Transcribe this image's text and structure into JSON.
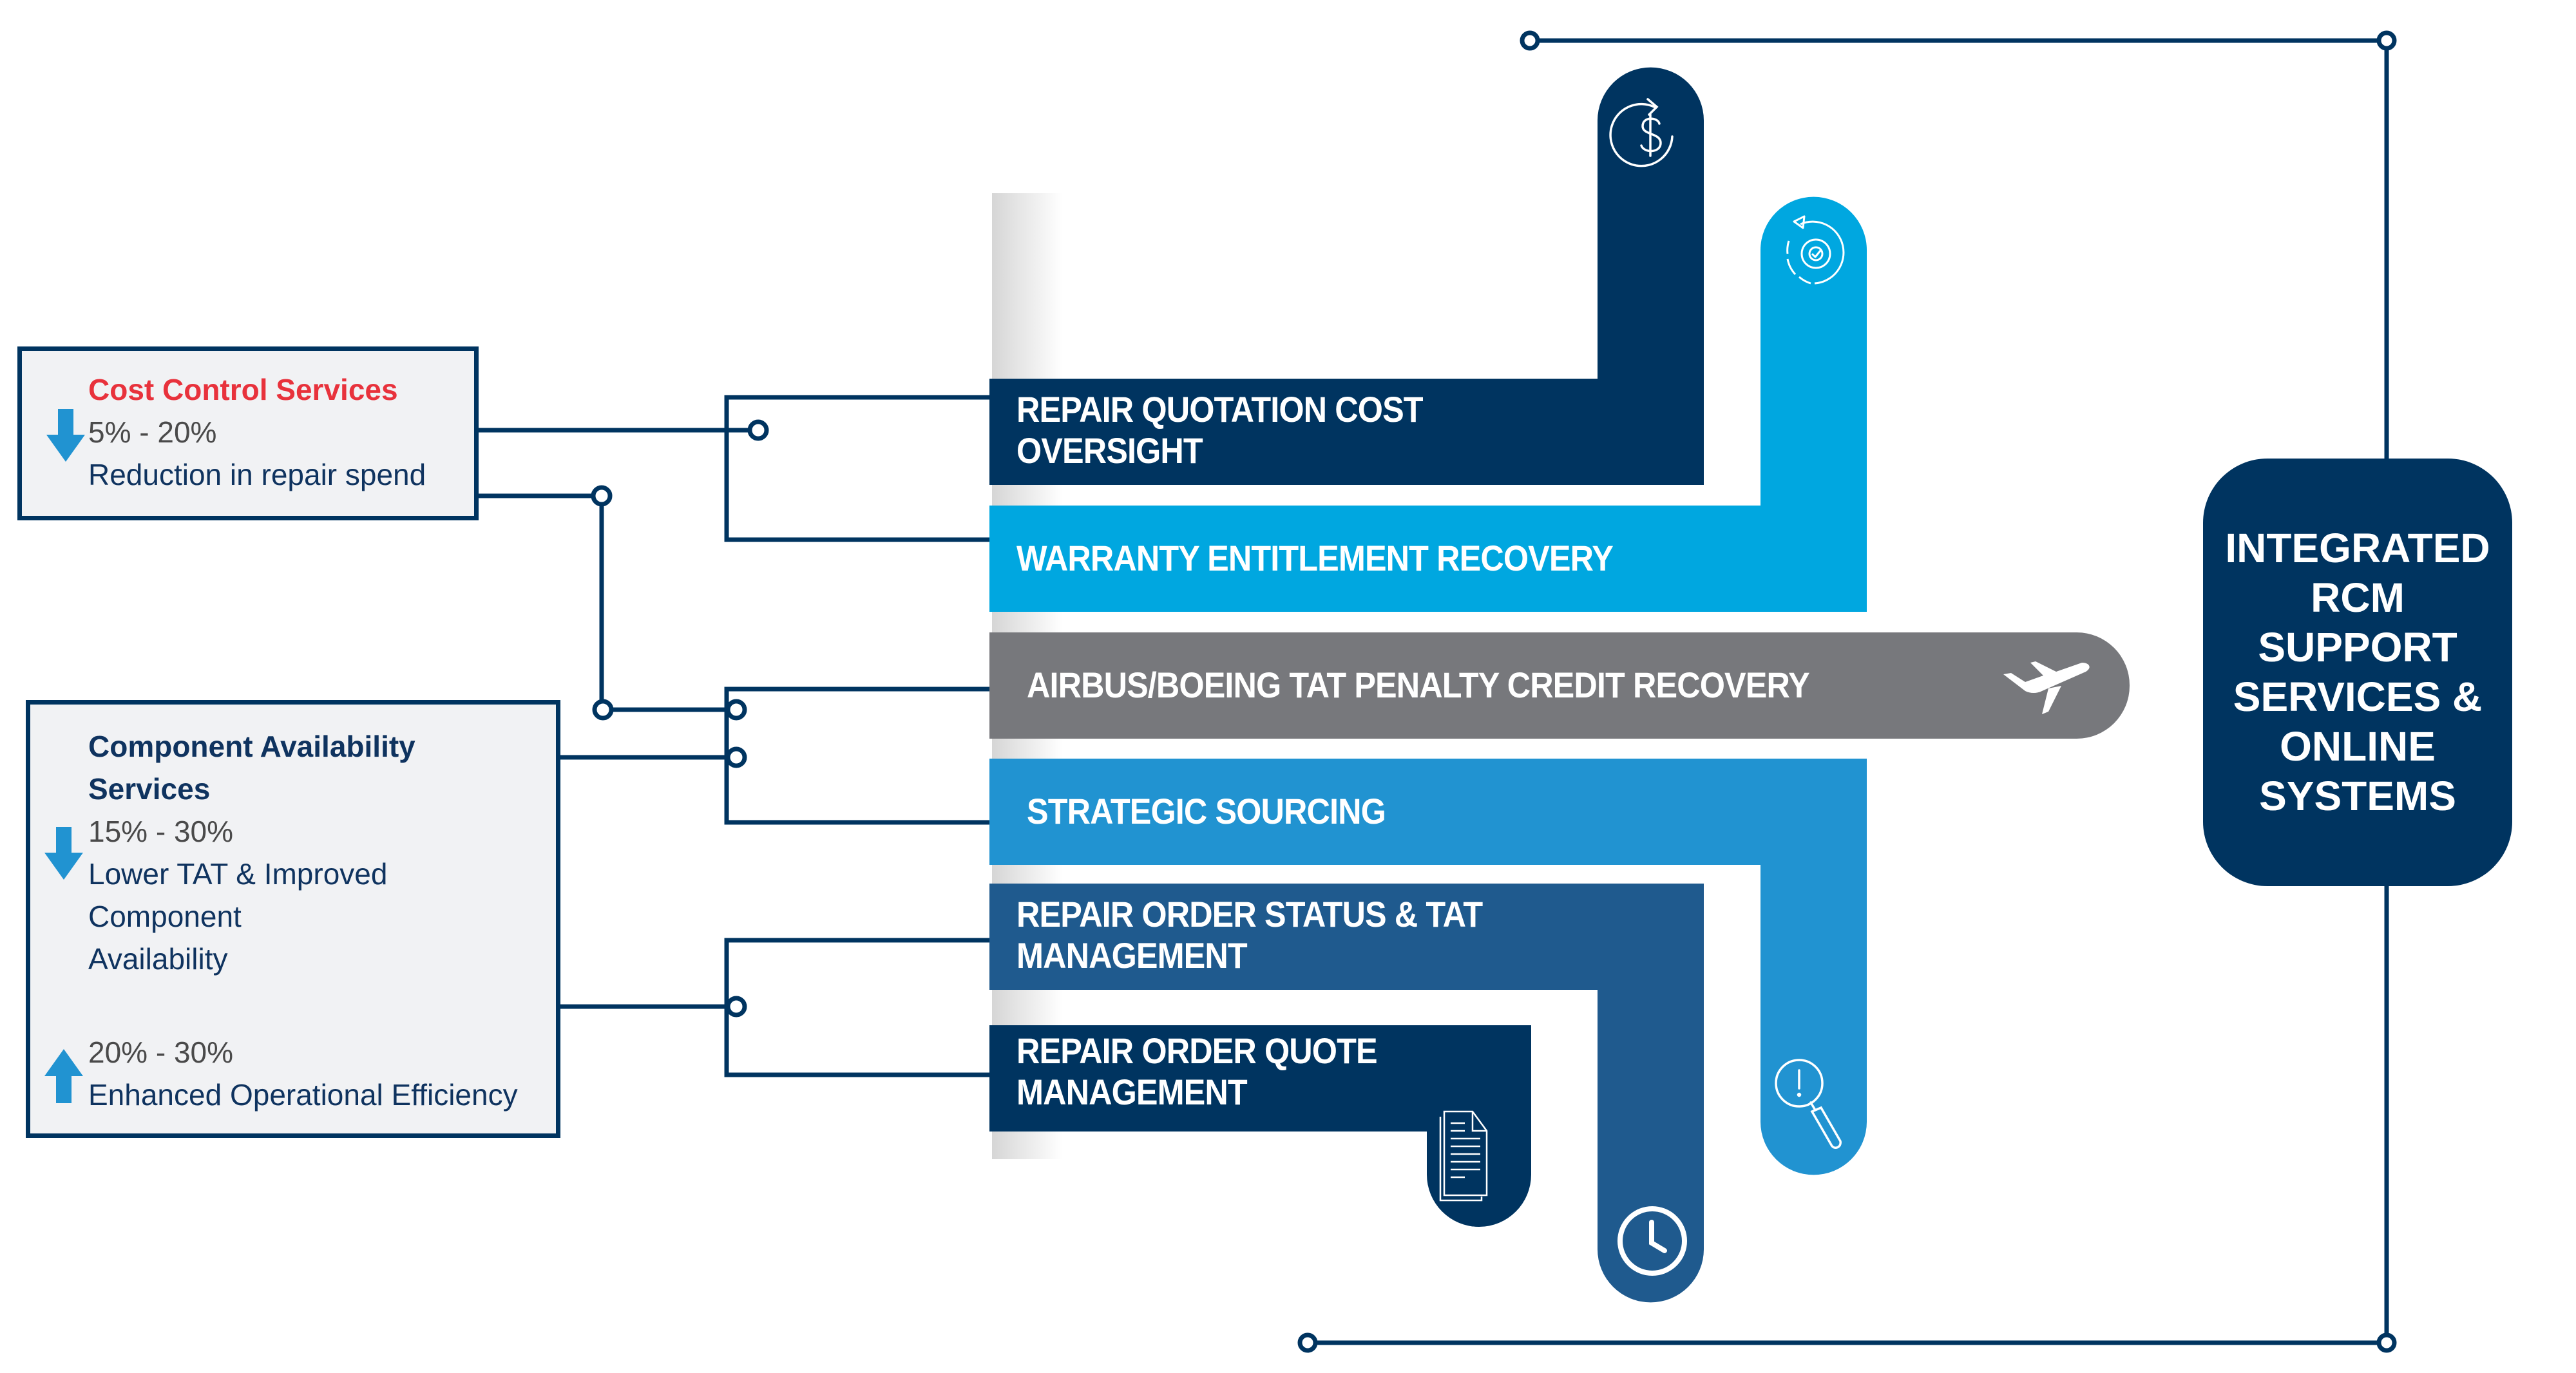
{
  "colors": {
    "navy": "#003460",
    "cyan": "#00a7e0",
    "gray": "#77787c",
    "blue": "#2193d1",
    "midblue": "#1f5a8e",
    "red": "#e8323c",
    "arrow_blue": "#2193d1",
    "card_bg": "#f1f2f4"
  },
  "left_cards": {
    "cost_control": {
      "title": "Cost Control Services",
      "metrics": [
        {
          "direction": "down",
          "range": "5% - 20%",
          "description": "Reduction in repair spend"
        }
      ]
    },
    "component_availability": {
      "title": "Component Availability\nServices",
      "metrics": [
        {
          "direction": "down",
          "range": "15% - 30%",
          "description": "Lower TAT & Improved\nComponent\nAvailability"
        },
        {
          "direction": "up",
          "range": "20% - 30%",
          "description": "Enhanced Operational Efficiency"
        }
      ]
    }
  },
  "services": [
    {
      "label": "REPAIR QUOTATION COST\nOVERSIGHT",
      "icon": "dollar-refresh-icon",
      "color": "#003460"
    },
    {
      "label": "WARRANTY ENTITLEMENT RECOVERY",
      "icon": "gear-check-cycle-icon",
      "color": "#00a7e0"
    },
    {
      "label": "AIRBUS/BOEING TAT PENALTY CREDIT RECOVERY",
      "icon": "airplane-icon",
      "color": "#77787c"
    },
    {
      "label": "STRATEGIC SOURCING",
      "icon": "magnifier-alert-icon",
      "color": "#2193d1"
    },
    {
      "label": "REPAIR ORDER STATUS & TAT\nMANAGEMENT",
      "icon": "clock-icon",
      "color": "#1f5a8e"
    },
    {
      "label": "REPAIR ORDER QUOTE\nMANAGEMENT",
      "icon": "document-icon",
      "color": "#003460"
    }
  ],
  "hub": {
    "label": "INTEGRATED\nRCM\nSUPPORT\nSERVICES &\nONLINE\nSYSTEMS"
  }
}
